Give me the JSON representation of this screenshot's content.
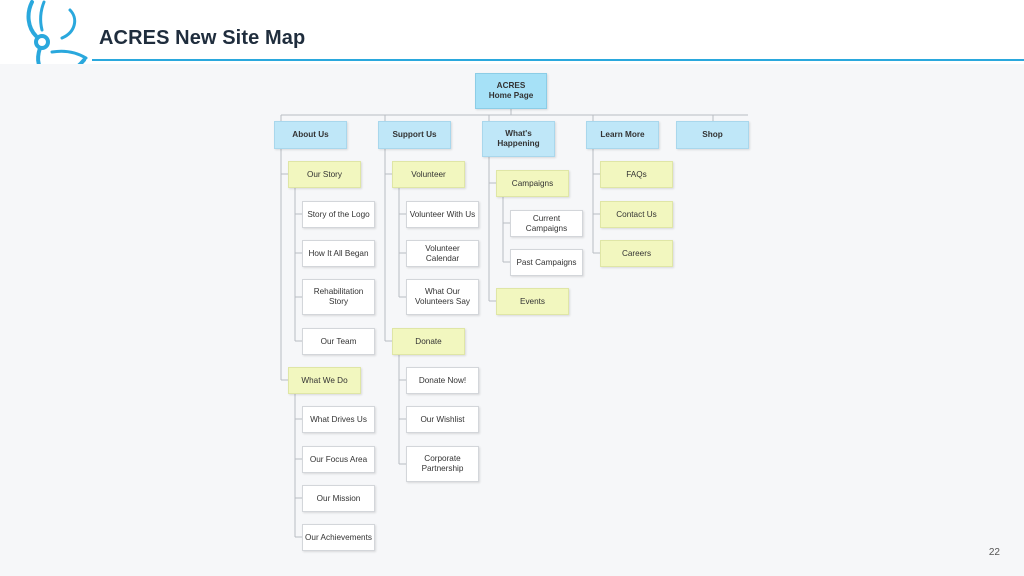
{
  "header": {
    "title": "ACRES New Site Map",
    "logo_icon": "monkey-logo-icon",
    "accent_color": "#2aa8dd"
  },
  "sitemap": {
    "root": "ACRES\nHome Page",
    "sections": [
      {
        "label": "About Us",
        "children": [
          {
            "label": "Our Story",
            "children": [
              "Story of the Logo",
              "How It All Began",
              "Rehabilitation\nStory",
              "Our Team"
            ]
          },
          {
            "label": "What We Do",
            "children": [
              "What Drives Us",
              "Our Focus Area",
              "Our Mission",
              "Our Achievements"
            ]
          }
        ]
      },
      {
        "label": "Support Us",
        "children": [
          {
            "label": "Volunteer",
            "children": [
              "Volunteer With Us",
              "Volunteer Calendar",
              "What Our\nVolunteers Say"
            ]
          },
          {
            "label": "Donate",
            "children": [
              "Donate Now!",
              "Our Wishlist",
              "Corporate\nPartnership"
            ]
          }
        ]
      },
      {
        "label": "What's\nHappening",
        "children": [
          {
            "label": "Campaigns",
            "children": [
              "Current Campaigns",
              "Past Campaigns"
            ]
          },
          {
            "label": "Events",
            "children": []
          }
        ]
      },
      {
        "label": "Learn More",
        "children": [
          {
            "label": "FAQs",
            "children": []
          },
          {
            "label": "Contact Us",
            "children": []
          },
          {
            "label": "Careers",
            "children": []
          }
        ]
      },
      {
        "label": "Shop",
        "children": []
      }
    ],
    "colors": {
      "root": "#a6e1f7",
      "section": "#bfe7f8",
      "subsection": "#f2f7bf",
      "page": "#ffffff",
      "line": "#b8bcc2"
    }
  },
  "footer": {
    "page_number": "22"
  }
}
